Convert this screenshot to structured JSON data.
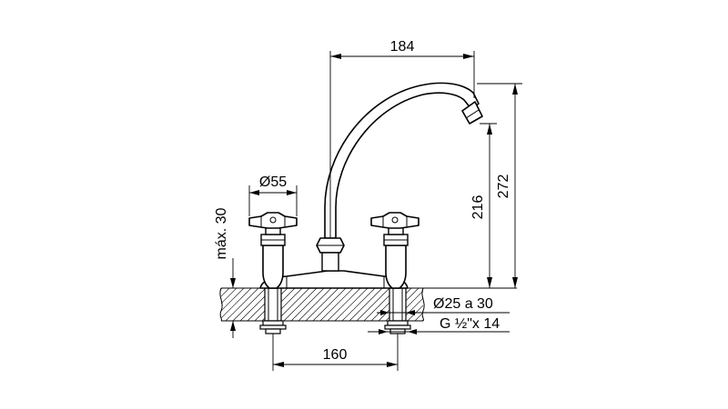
{
  "dimensions": {
    "spout_reach": "184",
    "handle_diameter": "Ø55",
    "max_deck_thickness": "máx. 30",
    "spout_height": "216",
    "total_height": "272",
    "hole_diameter": "Ø25 a 30",
    "thread": "G ½\"x 14",
    "center_distance": "160"
  }
}
